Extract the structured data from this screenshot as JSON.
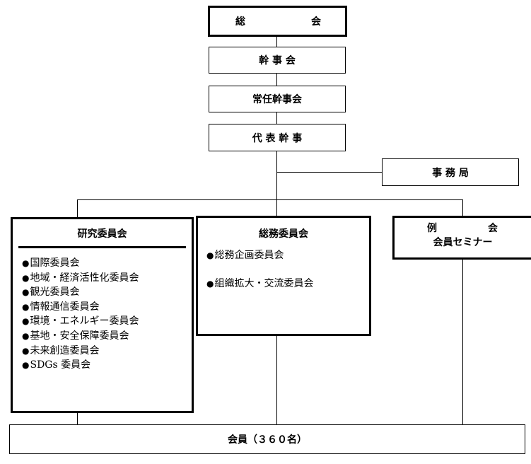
{
  "general_assembly": {
    "left": "総",
    "right": "会"
  },
  "board": "幹 事 会",
  "standing_board": "常任幹事会",
  "representative": "代 表 幹 事",
  "secretariat": "事 務 局",
  "research_committee": {
    "title": "研究委員会",
    "items": [
      "国際委員会",
      "地域・経済活性化委員会",
      "観光委員会",
      "情報通信委員会",
      "環境・エネルギー委員会",
      "基地・安全保障委員会",
      "未来創造委員会",
      "SDGs 委員会"
    ]
  },
  "general_affairs_committee": {
    "title": "総務委員会",
    "items": [
      "総務企画委員会",
      "組織拡大・交流委員会"
    ]
  },
  "regular_meeting": {
    "line1_left": "例",
    "line1_right": "会",
    "line2": "会員セミナー"
  },
  "members": "会員（３６０名）"
}
